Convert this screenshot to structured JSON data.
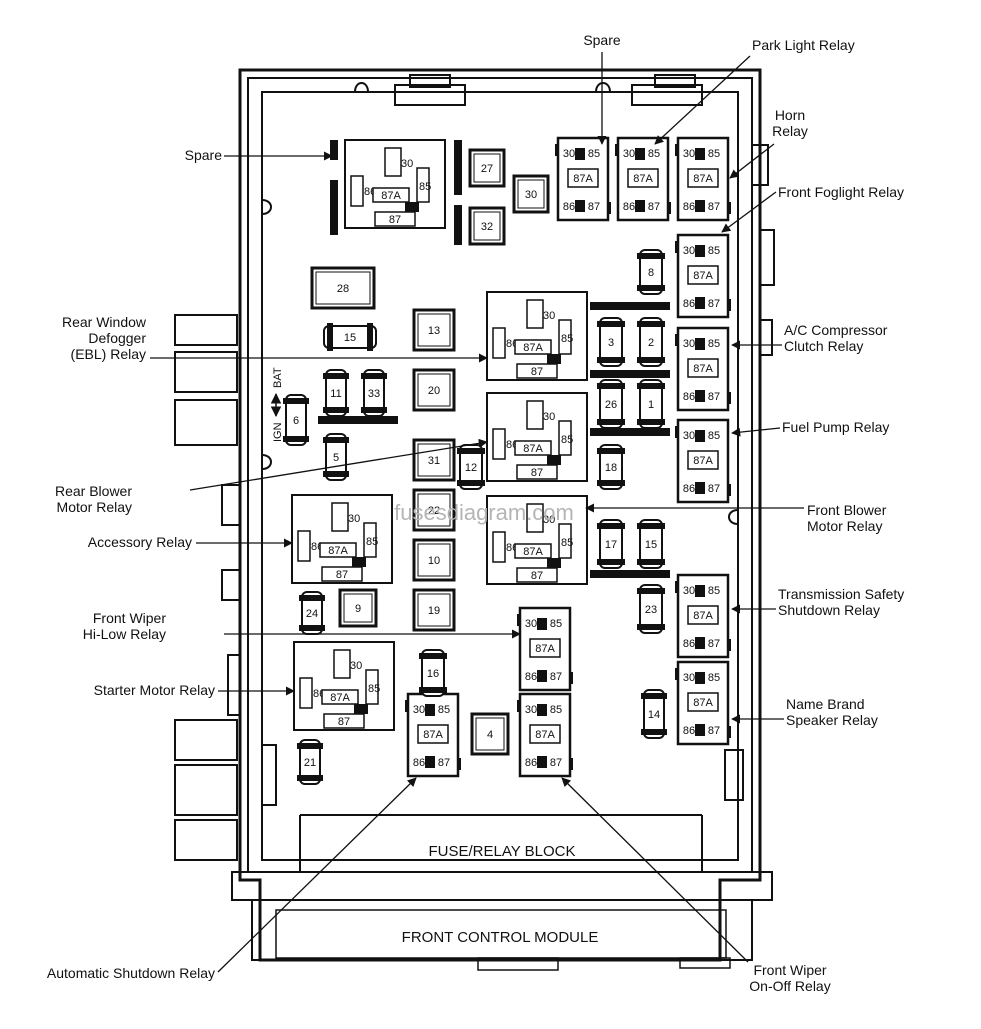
{
  "watermark": "fusesdiagram.com",
  "block": {
    "title": "FUSE/RELAY BLOCK",
    "module": "FRONT CONTROL MODULE"
  },
  "relay_pins": {
    "p30": "30",
    "p85": "85",
    "p86": "86",
    "p87": "87",
    "p87a": "87A"
  },
  "switch": {
    "bat": "BAT",
    "ign": "IGN"
  },
  "fuses": [
    "27",
    "30",
    "32",
    "28",
    "15",
    "13",
    "11",
    "33",
    "20",
    "6",
    "5",
    "31",
    "12",
    "22",
    "10",
    "9",
    "19",
    "24",
    "16",
    "4",
    "21",
    "14",
    "8",
    "3",
    "2",
    "26",
    "1",
    "18",
    "17",
    "15",
    "23"
  ],
  "labels": [
    "Spare",
    "Park Light Relay",
    [
      "Horn",
      "Relay"
    ],
    "Spare",
    "Front Foglight Relay",
    [
      "Rear Window",
      "Defogger",
      "(EBL) Relay"
    ],
    [
      "A/C Compressor",
      "Clutch Relay"
    ],
    "Fuel Pump Relay",
    [
      "Rear Blower",
      "Motor Relay"
    ],
    [
      "Front Blower",
      "Motor Relay"
    ],
    "Accessory Relay",
    [
      "Transmission Safety",
      "Shutdown Relay"
    ],
    [
      "Front Wiper",
      "Hi-Low Relay"
    ],
    "Starter Motor Relay",
    [
      "Name Brand",
      "Speaker Relay"
    ],
    "Automatic Shutdown Relay",
    [
      "Front Wiper",
      "On-Off Relay"
    ]
  ]
}
